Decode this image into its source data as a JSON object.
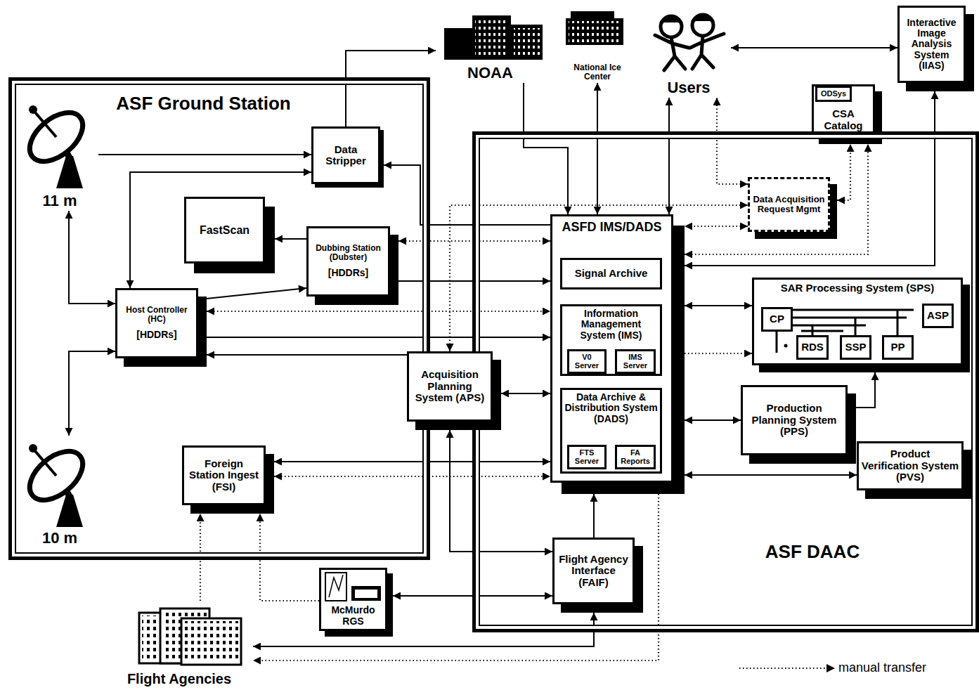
{
  "diagram": {
    "nodes": [
      {
        "text": [
          "ASF Ground Station"
        ]
      },
      {
        "text": [
          "11 m"
        ],
        "in": 0
      },
      {
        "text": [
          "Data Stripper"
        ],
        "in": 0
      },
      {
        "text": [
          "FastScan"
        ],
        "in": 0
      },
      {
        "text": [
          "Dubbing Station (Dubster)",
          "[HDDRs]"
        ],
        "in": 0
      },
      {
        "text": [
          "Host Controller (HC)",
          "[HDDRs]"
        ],
        "in": 0
      },
      {
        "text": [
          "10 m"
        ],
        "in": 0
      },
      {
        "text": [
          "Foreign Station Ingest (FSI)"
        ],
        "in": 0
      },
      {
        "text": [
          "NOAA"
        ]
      },
      {
        "text": [
          "National Ice Center"
        ]
      },
      {
        "text": [
          "Users"
        ]
      },
      {
        "text": [
          "Interactive Image Analysis System (IIAS)"
        ]
      },
      {
        "text": [
          "CSA Catalog"
        ]
      },
      {
        "text": [
          "ODSys"
        ],
        "in": 12
      },
      {
        "text": [
          "ASF DAAC"
        ]
      },
      {
        "text": [
          "Data Acquisition Request Mgmt"
        ],
        "in": 14
      },
      {
        "text": [
          "ASFD IMS/DADS"
        ],
        "in": 14
      },
      {
        "text": [
          "Signal Archive"
        ],
        "in": 16
      },
      {
        "text": [
          "Information Management System (IMS)"
        ],
        "in": 16
      },
      {
        "text": [
          "V0 Server"
        ],
        "in": 18
      },
      {
        "text": [
          "IMS Server"
        ],
        "in": 18
      },
      {
        "text": [
          "Data Archive & Distribution System (DADS)"
        ],
        "in": 16
      },
      {
        "text": [
          "FTS Server"
        ],
        "in": 21
      },
      {
        "text": [
          "FA Reports"
        ],
        "in": 21
      },
      {
        "text": [
          "SAR Processing System (SPS)"
        ],
        "in": 14
      },
      {
        "text": [
          "CP"
        ],
        "in": 24
      },
      {
        "text": [
          "RDS"
        ],
        "in": 24
      },
      {
        "text": [
          "SSP"
        ],
        "in": 24
      },
      {
        "text": [
          "PP"
        ],
        "in": 24
      },
      {
        "text": [
          "ASP"
        ],
        "in": 24
      },
      {
        "text": [
          "Acquisition Planning System (APS)"
        ]
      },
      {
        "text": [
          "Production Planning System (PPS)"
        ],
        "in": 14
      },
      {
        "text": [
          "Product Verification System (PVS)"
        ],
        "in": 14
      },
      {
        "text": [
          "Flight Agency Interface (FAIF)"
        ],
        "in": 14
      },
      {
        "text": [
          "McMurdo RGS"
        ]
      },
      {
        "text": [
          "Flight Agencies"
        ]
      }
    ],
    "edges": [
      {
        "from": 1,
        "to": 2,
        "arrow": "to"
      },
      {
        "from": 2,
        "to": 5,
        "arrow": "both"
      },
      {
        "from": 2,
        "to": 8,
        "arrow": "to"
      },
      {
        "from": 8,
        "to": 16,
        "arrow": "to"
      },
      {
        "from": 9,
        "to": 16,
        "arrow": "both"
      },
      {
        "from": 10,
        "to": 16,
        "arrow": "both"
      },
      {
        "from": 10,
        "to": 11,
        "arrow": "both"
      },
      {
        "from": 15,
        "to": 10,
        "arrow": "both"
      },
      {
        "from": 15,
        "to": 12,
        "arrow": "both"
      },
      {
        "from": 15,
        "to": 16,
        "arrow": "both"
      },
      {
        "from": 30,
        "to": 15,
        "arrow": "both"
      },
      {
        "from": 16,
        "to": 12,
        "arrow": "both"
      },
      {
        "from": 11,
        "to": 16,
        "arrow": "both"
      },
      {
        "from": 16,
        "to": 24,
        "arrow": "both"
      },
      {
        "from": 16,
        "to": 24,
        "arrow": "to"
      },
      {
        "from": 16,
        "to": 31,
        "arrow": "both"
      },
      {
        "from": 31,
        "to": 24,
        "arrow": "to"
      },
      {
        "from": 16,
        "to": 32,
        "arrow": "both"
      },
      {
        "from": 33,
        "to": 16,
        "arrow": "to"
      },
      {
        "from": 35,
        "to": 33,
        "arrow": "both"
      },
      {
        "from": 34,
        "to": 33,
        "arrow": "both"
      },
      {
        "from": 34,
        "to": 7,
        "arrow": "to"
      },
      {
        "from": 35,
        "to": 7,
        "arrow": "to"
      },
      {
        "from": 16,
        "to": 35,
        "arrow": "to"
      },
      {
        "from": 7,
        "to": 16,
        "arrow": "both"
      },
      {
        "from": 7,
        "to": 16,
        "arrow": "both"
      },
      {
        "from": 30,
        "to": 16,
        "arrow": "both"
      },
      {
        "from": 30,
        "to": 33,
        "arrow": "both"
      },
      {
        "from": 16,
        "to": 2,
        "arrow": "to"
      },
      {
        "from": 4,
        "to": 16,
        "arrow": "both"
      },
      {
        "from": 4,
        "to": 16,
        "arrow": "to"
      },
      {
        "from": 5,
        "to": 4,
        "arrow": "to"
      },
      {
        "from": 5,
        "to": 16,
        "arrow": "both"
      },
      {
        "from": 5,
        "to": 16,
        "arrow": "to"
      },
      {
        "from": 30,
        "to": 5,
        "arrow": "to"
      },
      {
        "from": 4,
        "to": 3,
        "arrow": "to"
      },
      {
        "from": 1,
        "to": 5,
        "arrow": "both"
      },
      {
        "from": 5,
        "to": 6,
        "arrow": "both"
      }
    ],
    "legend": [
      {
        "text": "manual transfer"
      }
    ]
  }
}
